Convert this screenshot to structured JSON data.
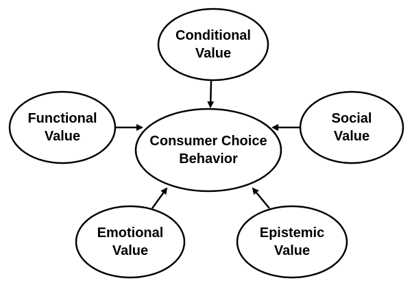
{
  "diagram": {
    "center": {
      "line1": "Consumer Choice",
      "line2": "Behavior"
    },
    "conditional": {
      "line1": "Conditional",
      "line2": "Value"
    },
    "functional": {
      "line1": "Functional",
      "line2": "Value"
    },
    "social": {
      "line1": "Social",
      "line2": "Value"
    },
    "emotional": {
      "line1": "Emotional",
      "line2": "Value"
    },
    "epistemic": {
      "line1": "Epistemic",
      "line2": "Value"
    }
  }
}
